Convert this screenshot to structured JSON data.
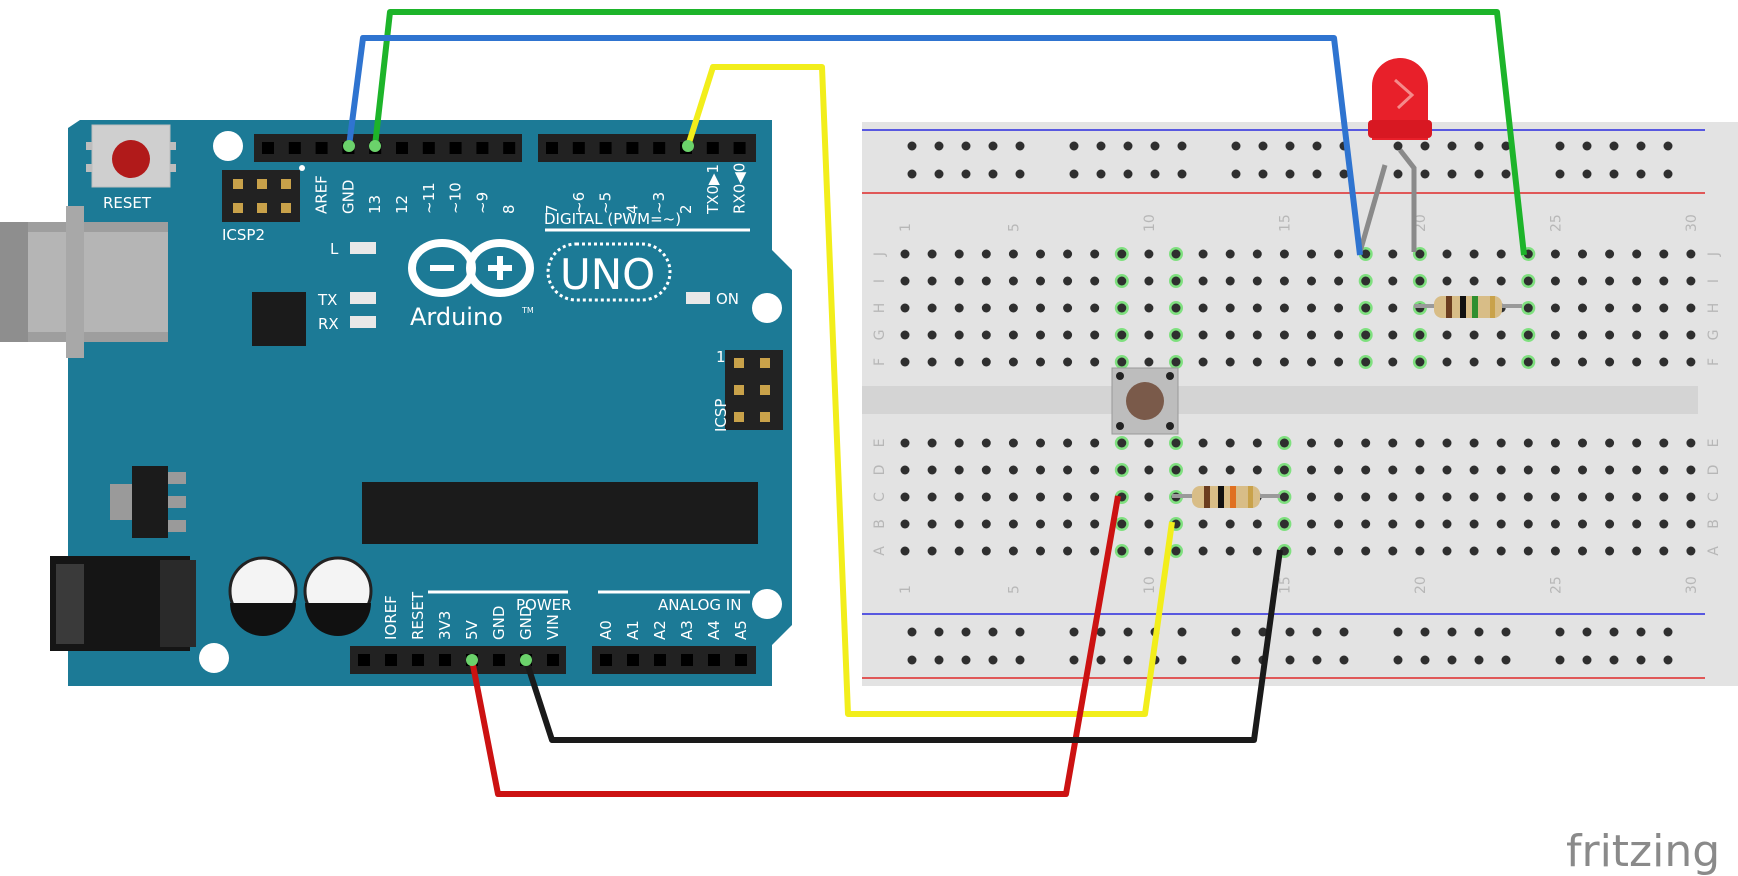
{
  "arduino": {
    "reset_label": "RESET",
    "icsp2_label": "ICSP2",
    "icsp_label": "ICSP",
    "icsp_pin1": "1",
    "brand": "Arduino",
    "tm": "TM",
    "model": "UNO",
    "led_l": "L",
    "led_tx": "TX",
    "led_rx": "RX",
    "led_on": "ON",
    "digital_label": "DIGITAL (PWM=~)",
    "power_label": "POWER",
    "analog_label": "ANALOG IN",
    "digital_pins": [
      "AREF",
      "GND",
      "13",
      "12",
      "~11",
      "~10",
      "~9",
      "8",
      "7",
      "~6",
      "~5",
      "4",
      "~3",
      "2",
      "TX0▶1",
      "RX0◀0"
    ],
    "power_pins": [
      "IOREF",
      "RESET",
      "3V3",
      "5V",
      "GND",
      "GND",
      "VIN"
    ],
    "analog_pins": [
      "A0",
      "A1",
      "A2",
      "A3",
      "A4",
      "A5"
    ]
  },
  "breadboard": {
    "top_numbers": [
      "1",
      "5",
      "10",
      "15",
      "20",
      "25",
      "30"
    ],
    "bottom_numbers": [
      "1",
      "5",
      "10",
      "15",
      "20",
      "25",
      "30"
    ],
    "rows_top": [
      "J",
      "I",
      "H",
      "G",
      "F"
    ],
    "rows_bottom": [
      "E",
      "D",
      "C",
      "B",
      "A"
    ]
  },
  "wires": [
    {
      "name": "wire-green",
      "color": "#1db42a"
    },
    {
      "name": "wire-blue",
      "color": "#2f74d0"
    },
    {
      "name": "wire-yellow",
      "color": "#f2ee1b"
    },
    {
      "name": "wire-red",
      "color": "#cc1212"
    },
    {
      "name": "wire-black",
      "color": "#1a1a1a"
    }
  ],
  "colors": {
    "board": "#1c7a96",
    "breadboard": "#e3e3e3",
    "led": "#e8202a"
  },
  "footer": {
    "logo": "fritzing"
  }
}
